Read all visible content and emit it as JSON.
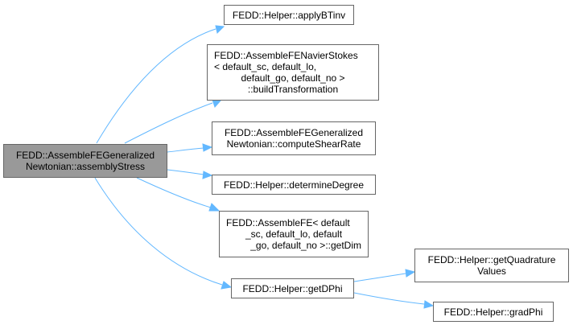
{
  "colors": {
    "edge": "#63b8ff",
    "node_border": "#666666",
    "root_fill": "#999999"
  },
  "nodes": {
    "root": [
      "FEDD::AssembleFEGeneralized",
      "Newtonian::assemblyStress"
    ],
    "applyBTinv": [
      "FEDD::Helper::applyBTinv"
    ],
    "buildTransformation": [
      "FEDD::AssembleFENavierStokes",
      "< default_sc, default_lo,",
      "default_go, default_no >",
      "::buildTransformation"
    ],
    "computeShearRate": [
      "FEDD::AssembleFEGeneralized",
      "Newtonian::computeShearRate"
    ],
    "determineDegree": [
      "FEDD::Helper::determineDegree"
    ],
    "getDim": [
      "FEDD::AssembleFE< default",
      "_sc, default_lo, default",
      "_go, default_no >::getDim"
    ],
    "getDPhi": [
      "FEDD::Helper::getDPhi"
    ],
    "getQuadratureValues": [
      "FEDD::Helper::getQuadrature",
      "Values"
    ],
    "gradPhi": [
      "FEDD::Helper::gradPhi"
    ]
  }
}
